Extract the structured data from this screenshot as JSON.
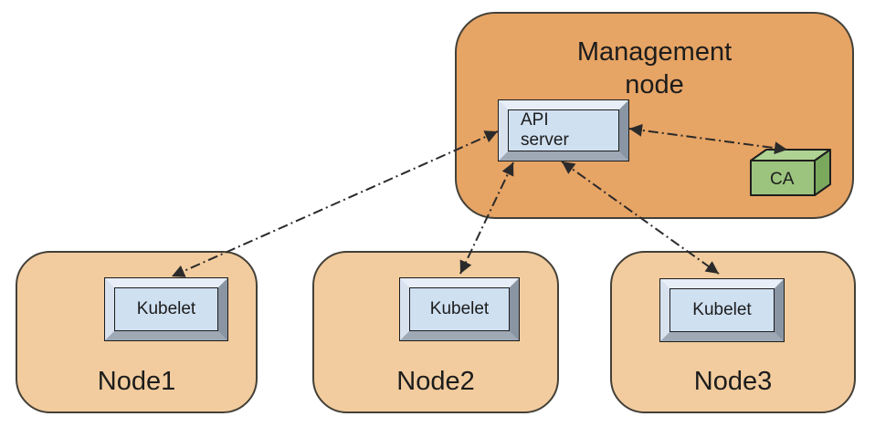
{
  "diagram": {
    "management_node": {
      "title": "Management\nnode",
      "api_server_label": "API\nserver",
      "ca_label": "CA"
    },
    "worker_nodes": [
      {
        "name": "Node1",
        "component_label": "Kubelet"
      },
      {
        "name": "Node2",
        "component_label": "Kubelet"
      },
      {
        "name": "Node3",
        "component_label": "Kubelet"
      }
    ],
    "connections": [
      {
        "from": "API server",
        "to": "Node1 Kubelet",
        "style": "dash-dot",
        "bidirectional": true
      },
      {
        "from": "API server",
        "to": "Node2 Kubelet",
        "style": "dash-dot",
        "bidirectional": true
      },
      {
        "from": "API server",
        "to": "Node3 Kubelet",
        "style": "dash-dot",
        "bidirectional": true
      },
      {
        "from": "API server",
        "to": "CA",
        "style": "dash-dot",
        "bidirectional": true
      }
    ],
    "colors": {
      "management_fill": "#e6a465",
      "node_fill": "#f2cc9e",
      "shape_border": "#434038",
      "box_face": "#cfe0f1",
      "bevel_light": "#e7eef8",
      "bevel_dark": "#8a95a3",
      "ca_front": "#9cc47f",
      "ca_top": "#afd392",
      "ca_side": "#7aa95e",
      "arrow": "#2a2a2a",
      "text": "#1c1c1c"
    }
  }
}
